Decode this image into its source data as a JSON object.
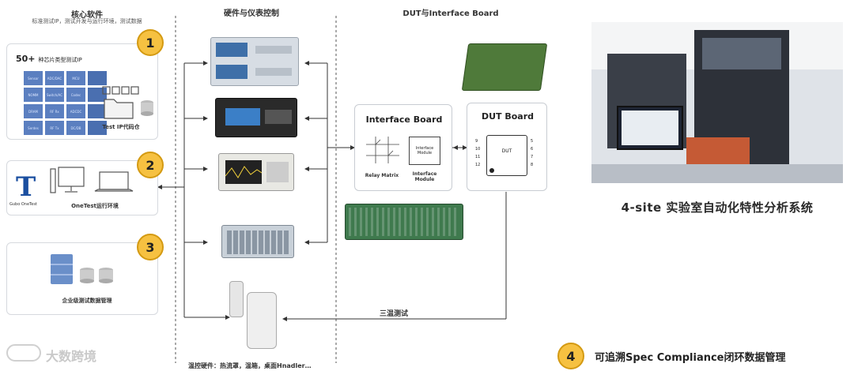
{
  "columns": {
    "software": {
      "title": "核心软件",
      "subtitle": "标准测试IP，测试开发与运行环境，测试数据"
    },
    "hardware": {
      "title": "硬件与仪表控制"
    },
    "dut": {
      "title": "DUT与Interface Board"
    }
  },
  "panel1": {
    "badge": "1",
    "heading": "50+",
    "heading_suffix": "种芯片类型测试IP",
    "ip_cells": [
      "Sensor",
      "ADC/DAC",
      "MCU",
      "",
      "NOMM",
      "Switch/AC",
      "Codec",
      "",
      "DRAM",
      "RF Rx",
      "ADCDC",
      "",
      "Serdes",
      "RF Tx",
      "DC/DB",
      ""
    ],
    "repo_label": "Test IP代码仓"
  },
  "panel2": {
    "badge": "2",
    "logo_text": "Gubo OneTest",
    "env_label": "OneTest运行环境"
  },
  "panel3": {
    "badge": "3",
    "db_label": "企业级测试数据管理"
  },
  "interface_board": {
    "title": "Interface Board",
    "relay_label": "Relay Matrix",
    "module_inner": "Interface Module",
    "module_label": "Interface Module"
  },
  "dut_board": {
    "title": "DUT Board",
    "chip_label": "DUT",
    "pins_left": [
      "9",
      "10",
      "11",
      "12"
    ],
    "pins_right": [
      "5",
      "6",
      "7",
      "8"
    ]
  },
  "temp_test_label": "三温测试",
  "temp_hardware_label": "温控硬件：热流罩，温箱，桌面Hnadler…",
  "photo_caption": "4-site 实验室自动化特性分析系统",
  "badge4": "4",
  "traceability_label": "可追溯Spec Compliance闭环数据管理",
  "watermark": "大数跨境"
}
